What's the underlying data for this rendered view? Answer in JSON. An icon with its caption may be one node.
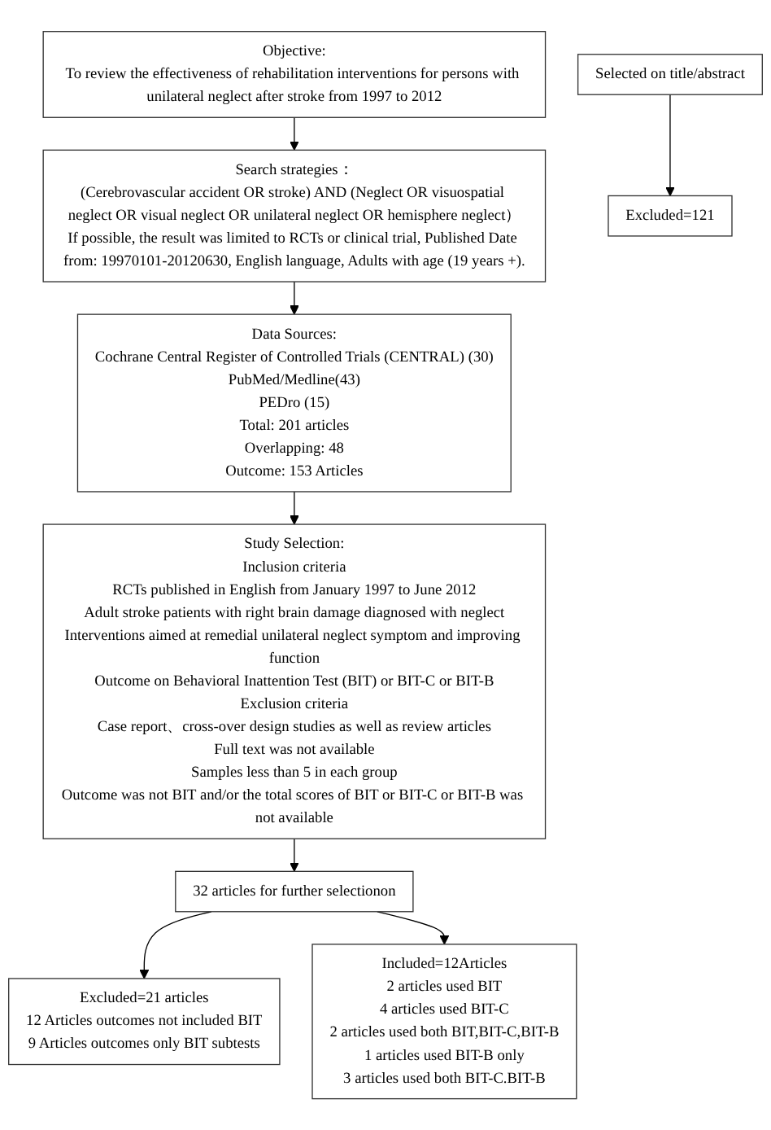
{
  "diagram": {
    "nodes": [
      {
        "text": [
          "Objective:",
          "To review the effectiveness of rehabilitation interventions for persons with unilateral neglect after stroke from 1997 to 2012"
        ]
      },
      {
        "text": [
          "Search strategies：",
          "(Cerebrovascular accident OR stroke) AND (Neglect OR visuospatial neglect OR visual neglect OR unilateral neglect OR hemisphere neglect）",
          "If possible, the result was limited to RCTs or clinical trial, Published Date from: 19970101-20120630, English language, Adults with age (19 years +)."
        ]
      },
      {
        "text": [
          "Data Sources:",
          "Cochrane Central Register of Controlled Trials (CENTRAL) (30)",
          "PubMed/Medline(43)",
          "PEDro (15)",
          "Total: 201 articles",
          "Overlapping: 48",
          "Outcome: 153 Articles"
        ]
      },
      {
        "text": [
          "Study Selection:",
          "Inclusion criteria",
          "RCTs published in English from January 1997 to June 2012",
          "Adult stroke patients with right brain damage diagnosed with neglect",
          "Interventions aimed at remedial unilateral neglect symptom and improving function",
          "Outcome on Behavioral Inattention Test (BIT) or BIT-C or BIT-B",
          "Exclusion criteria",
          "Case report、cross-over design studies as well as review articles",
          "Full text was not available",
          "Samples less than 5 in each group",
          "Outcome was not BIT and/or the total scores of BIT or BIT-C or BIT-B was not available"
        ]
      },
      {
        "text": [
          "Selected on title/abstract"
        ]
      },
      {
        "text": [
          "Excluded=121"
        ]
      },
      {
        "text": [
          "32 articles for further selectionon"
        ]
      },
      {
        "text": [
          "Excluded=21 articles",
          "12 Articles outcomes not included BIT",
          "9 Articles outcomes only BIT subtests"
        ]
      },
      {
        "text": [
          "Included=12Articles",
          "2 articles used BIT",
          "4 articles used BIT-C",
          "2 articles used both BIT,BIT-C,BIT-B",
          "1 articles used BIT-B only",
          "3 articles used both BIT-C.BIT-B"
        ]
      }
    ],
    "edges": [
      {
        "from": 0,
        "to": 1,
        "arrow": "to"
      },
      {
        "from": 1,
        "to": 2,
        "arrow": "to"
      },
      {
        "from": 2,
        "to": 3,
        "arrow": "to"
      },
      {
        "from": 3,
        "to": 6,
        "arrow": "to"
      },
      {
        "from": 4,
        "to": 5,
        "arrow": "to"
      },
      {
        "from": 6,
        "to": 7,
        "arrow": "to"
      },
      {
        "from": 6,
        "to": 8,
        "arrow": "to"
      }
    ]
  }
}
